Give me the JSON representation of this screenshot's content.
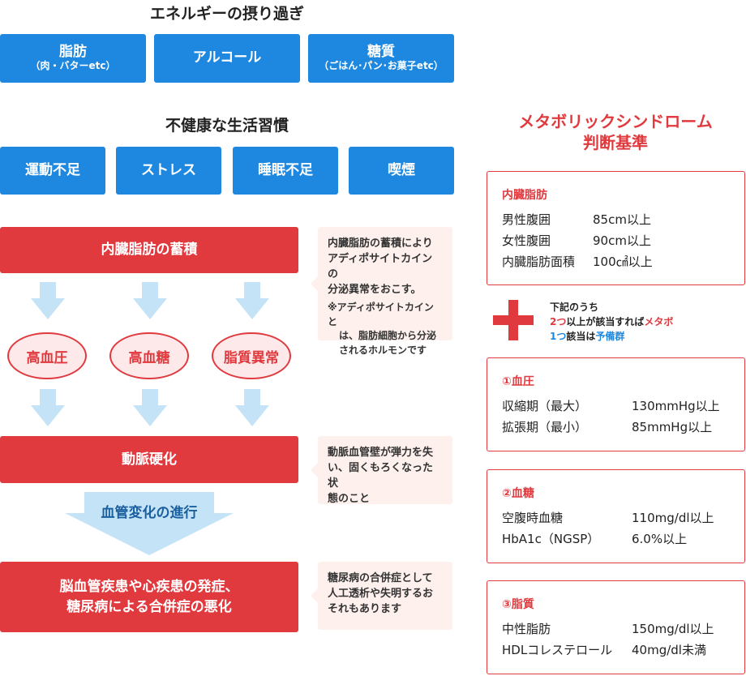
{
  "energy": {
    "title": "エネルギーの摂り過ぎ",
    "items": [
      {
        "label": "脂肪",
        "sub": "（肉・バターetc）"
      },
      {
        "label": "アルコール",
        "sub": ""
      },
      {
        "label": "糖質",
        "sub": "（ごはん･パン･お菓子etc）"
      }
    ]
  },
  "habits": {
    "title": "不健康な生活習慣",
    "items": [
      "運動不足",
      "ストレス",
      "睡眠不足",
      "喫煙"
    ]
  },
  "flow": {
    "visceral": "内臓脂肪の蓄積",
    "conditions": [
      "高血圧",
      "高血糖",
      "脂質異常"
    ],
    "arteriosclerosis": "動脈硬化",
    "progress": "血管変化の進行",
    "outcome_line1": "脳血管疾患や心疾患の発症、",
    "outcome_line2": "糖尿病による合併症の悪化"
  },
  "notes": {
    "visceral_line1": "内臓脂肪の蓄積により",
    "visceral_line2": "アディポサイトカインの",
    "visceral_line3": "分泌異常をおこす。",
    "visceral_small1": "※アディポサイトカインと",
    "visceral_small2": "は、脂肪細胞から分泌",
    "visceral_small3": "されるホルモンです",
    "artery_line1": "動脈血管壁が弾力を失",
    "artery_line2": "い、固くもろくなった状",
    "artery_line3": "態のこと",
    "outcome_line1": "糖尿病の合併症として",
    "outcome_line2": "人工透析や失明するお",
    "outcome_line3": "それもあります"
  },
  "criteria": {
    "title_line1": "メタボリックシンドローム",
    "title_line2": "判断基準",
    "visceral": {
      "title": "内臓脂肪",
      "rows": [
        {
          "k": "男性腹囲",
          "v": "85cm以上"
        },
        {
          "k": "女性腹囲",
          "v": "90cm以上"
        },
        {
          "k": "内臓脂肪面積",
          "v": "100㎠以上"
        }
      ]
    },
    "plus": {
      "line1": "下記のうち",
      "line2_a": "2つ",
      "line2_b": "以上が該当すれば",
      "line2_c": "メタボ",
      "line3_a": "1つ",
      "line3_b": "該当は",
      "line3_c": "予備群"
    },
    "bp": {
      "title": "①血圧",
      "rows": [
        {
          "k": "収縮期（最大）",
          "v": "130mmHg以上"
        },
        {
          "k": "拡張期（最小）",
          "v": "85mmHg以上"
        }
      ]
    },
    "sugar": {
      "title": "②血糖",
      "rows": [
        {
          "k": "空腹時血糖",
          "v": "110mg/dl以上"
        },
        {
          "k": "HbA1c（NGSP）",
          "v": "6.0%以上"
        }
      ]
    },
    "lipid": {
      "title": "③脂質",
      "rows": [
        {
          "k": "中性脂肪",
          "v": "150mg/dl以上"
        },
        {
          "k": "HDLコレステロール",
          "v": "40mg/dl未満"
        }
      ]
    }
  },
  "colors": {
    "blue": "#1e88e0",
    "red": "#e0393e",
    "arrow": "#c5e3f7",
    "note_bg": "#fdf0ed",
    "ellipse_bg": "#fde9e9"
  }
}
